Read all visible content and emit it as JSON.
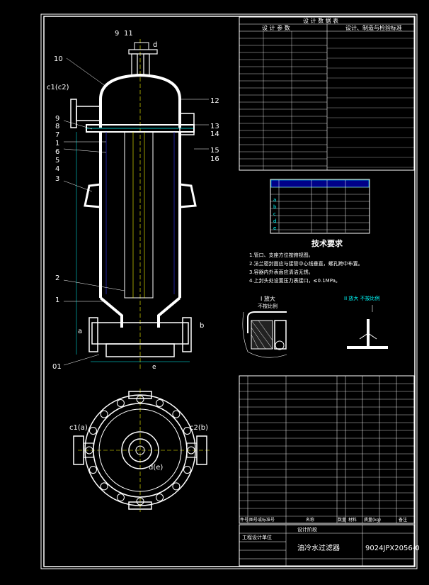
{
  "frame_border_color": "#ffffff",
  "background_color": "#000000",
  "top_view": {
    "label_9": "9",
    "label_11": "11",
    "label_d": "d",
    "label_10": "10",
    "label_c1c2": "c1(c2)",
    "label_9b": "9",
    "label_8": "8",
    "label_7": "7",
    "label_1a": "1",
    "label_6": "6",
    "label_5": "5",
    "label_4": "4",
    "label_3": "3",
    "label_2": "2",
    "label_1b": "1",
    "label_a": "a",
    "label_01": "01",
    "label_12": "12",
    "label_13": "13",
    "label_14": "14",
    "label_15": "15",
    "label_16": "16",
    "label_b": "b",
    "label_e": "e"
  },
  "plan_view": {
    "label_c1a": "c1(a)",
    "label_c2b": "c2(b)",
    "label_de": "d(e)"
  },
  "design_table": {
    "title": "设 计 数 据 表",
    "col_left": "设 计 参 数",
    "col_right": "设计、制造与检验标准"
  },
  "nozzle_table": {
    "rows": [
      {
        "mark": "a"
      },
      {
        "mark": "b"
      },
      {
        "mark": "c"
      },
      {
        "mark": "d"
      },
      {
        "mark": "e"
      }
    ]
  },
  "tech_req": {
    "title": "技术要求",
    "items": [
      "1.管口、支座方位按俯视图。",
      "2.法兰密封面应与接管中心线垂直，螺孔跨中布置。",
      "3.容器内外表面应清洁无锈。",
      "4.上封头处设置压力表接口，≤0.1MPa。"
    ]
  },
  "detail_i": {
    "title": "I 放大",
    "subtitle": "不按比例"
  },
  "detail_ii": {
    "title": "II 放大 不按比例"
  },
  "bom_header": {
    "no": "件号",
    "drawing": "图号或标准号",
    "name": "名称",
    "qty": "数量",
    "material": "材料",
    "mass": "质量(kg)",
    "note": "备注"
  },
  "title_block": {
    "unit": "工程设计单位",
    "project": "设计阶段",
    "drawing_name": "油冷水过滤器",
    "drawing_no": "9024JPX2056-0"
  }
}
